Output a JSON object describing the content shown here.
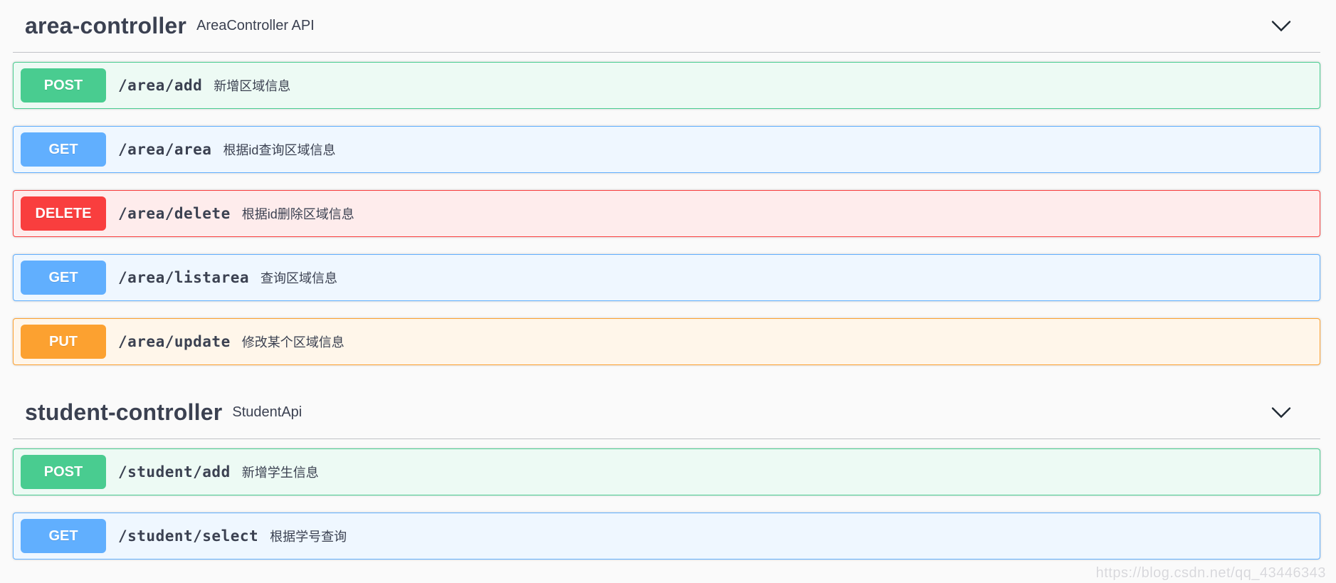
{
  "colors": {
    "post": "#49cc90",
    "get": "#61affe",
    "delete": "#f93e3e",
    "put": "#fca130",
    "heading_text": "#3b4151",
    "page_background": "#fafafa"
  },
  "sections": [
    {
      "title": "area-controller",
      "description": "AreaController API",
      "endpoints": [
        {
          "method": "POST",
          "path": "/area/add",
          "summary": "新增区域信息"
        },
        {
          "method": "GET",
          "path": "/area/area",
          "summary": "根据id查询区域信息"
        },
        {
          "method": "DELETE",
          "path": "/area/delete",
          "summary": "根据id删除区域信息"
        },
        {
          "method": "GET",
          "path": "/area/listarea",
          "summary": "查询区域信息"
        },
        {
          "method": "PUT",
          "path": "/area/update",
          "summary": "修改某个区域信息"
        }
      ]
    },
    {
      "title": "student-controller",
      "description": "StudentApi",
      "endpoints": [
        {
          "method": "POST",
          "path": "/student/add",
          "summary": "新增学生信息"
        },
        {
          "method": "GET",
          "path": "/student/select",
          "summary": "根据学号查询"
        }
      ]
    }
  ],
  "watermark": "https://blog.csdn.net/qq_43446343"
}
